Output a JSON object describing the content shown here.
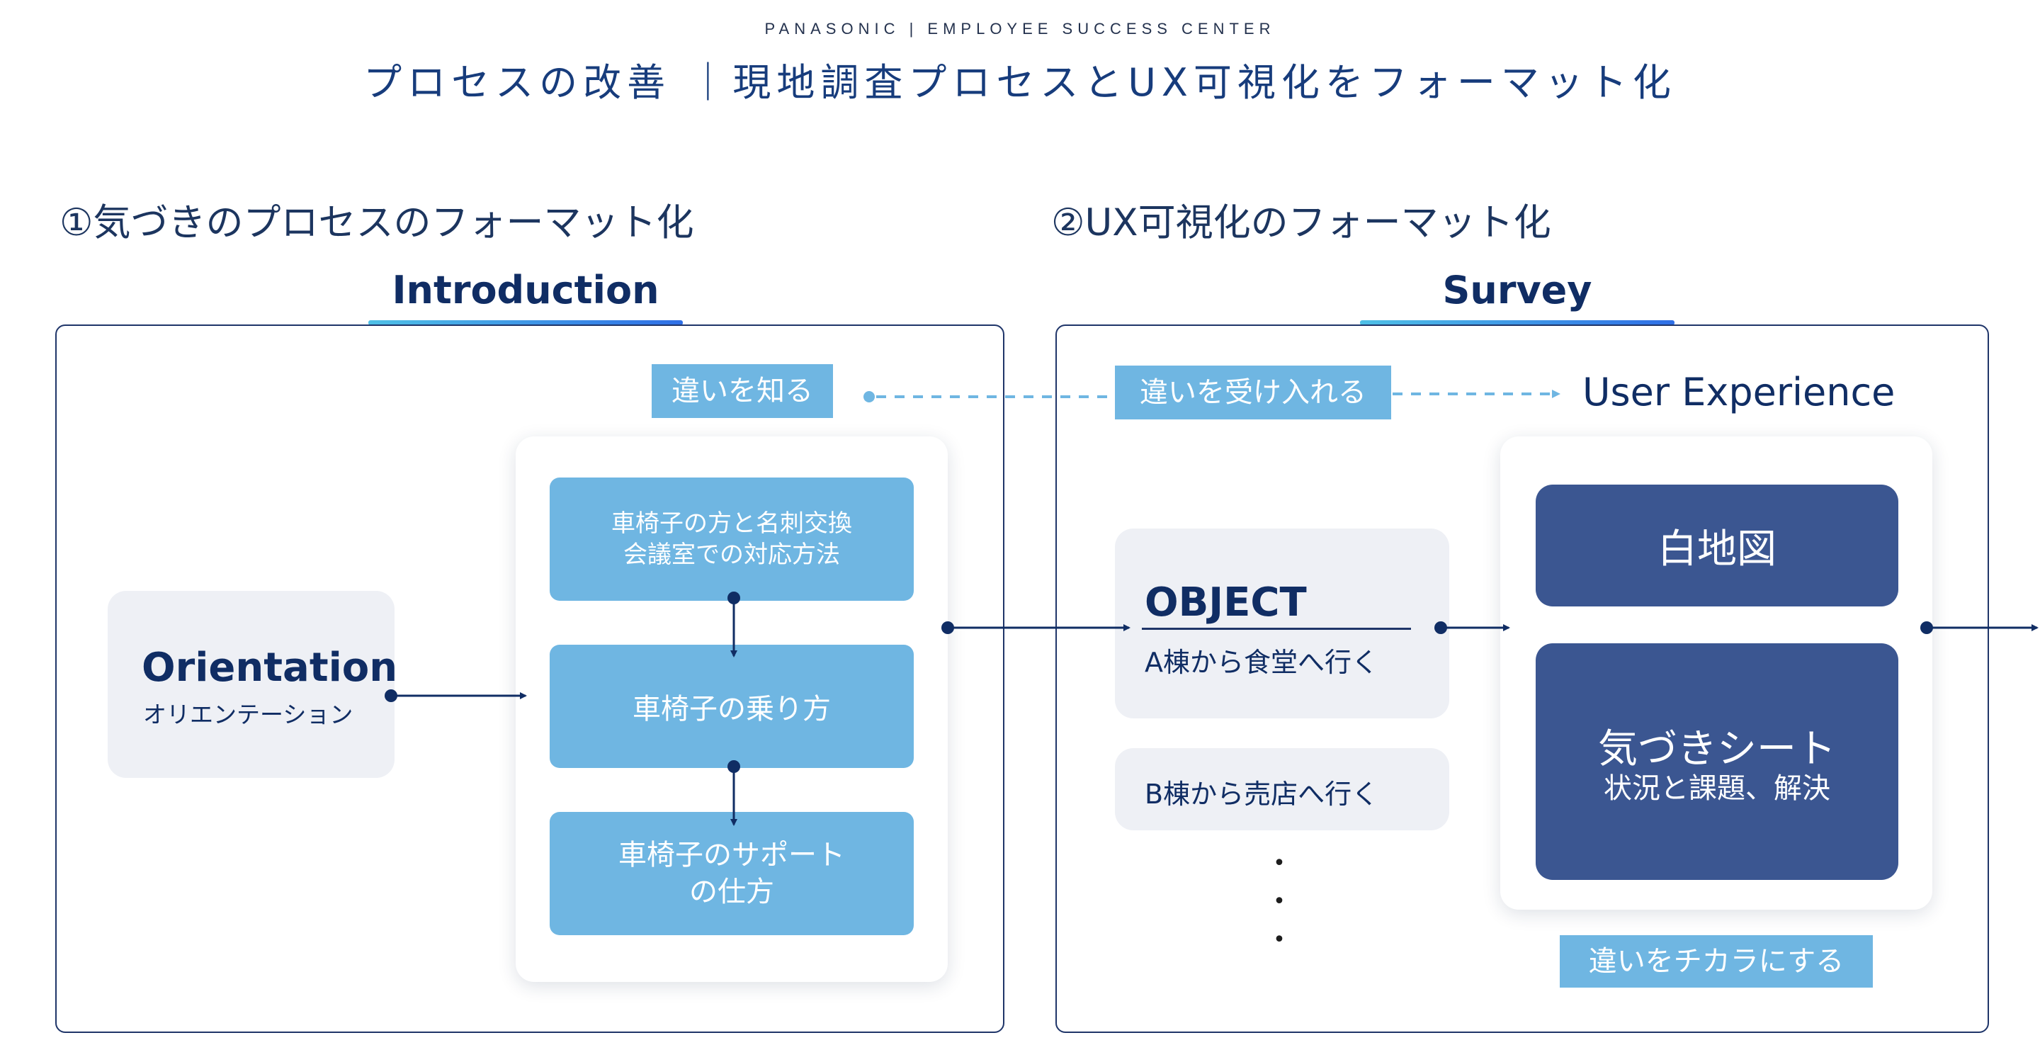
{
  "header": {
    "org": "PANASONIC | EMPLOYEE SUCCESS CENTER",
    "title": "プロセスの改善 ｜現地調査プロセスとUX可視化をフォーマット化"
  },
  "sections": {
    "left_title": "①気づきのプロセスのフォーマット化",
    "right_title": "②UX可視化のフォーマット化"
  },
  "phases": {
    "introduction": "Introduction",
    "survey": "Survey"
  },
  "tags": {
    "know": "違いを知る",
    "accept": "違いを受け入れる",
    "power": "違いをチカラにする"
  },
  "ux_label": "User Experience",
  "orientation": {
    "title": "Orientation",
    "subtitle": "オリエンテーション"
  },
  "steps": [
    {
      "line1": "車椅子の方と名刺交換",
      "line2": "会議室での対応方法"
    },
    {
      "line1": "車椅子の乗り方",
      "line2": ""
    },
    {
      "line1": "車椅子のサポート",
      "line2": "の仕方"
    }
  ],
  "object": {
    "title": "OBJECT",
    "item1": "A棟から食堂へ行く",
    "item2": "B棟から売店へ行く"
  },
  "ux_cards": {
    "map": "白地図",
    "sheet_title": "気づきシート",
    "sheet_sub": "状況と課題、解決"
  },
  "colors": {
    "navy": "#102d64",
    "light_blue": "#6fb6e2",
    "card_navy": "#3b5691",
    "soft_gray": "#eef0f5"
  }
}
